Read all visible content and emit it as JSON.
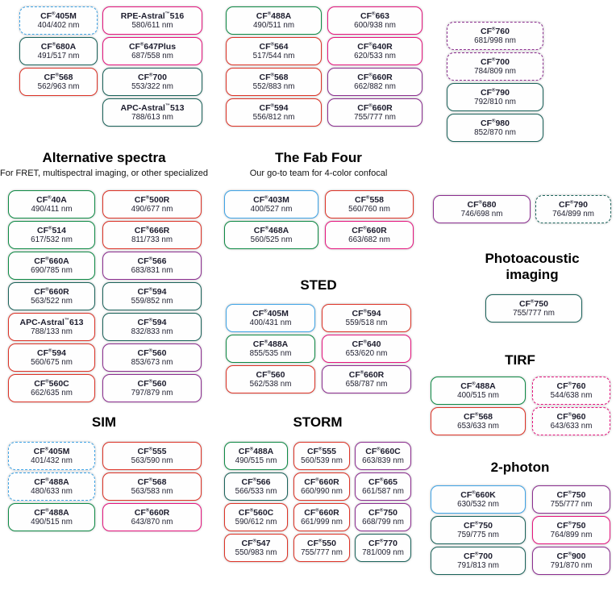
{
  "palette": {
    "blue": "#3FA4E6",
    "green": "#0E8A45",
    "teal": "#1B635B",
    "red": "#DD3327",
    "pink": "#E5157E",
    "purple": "#8C2E90"
  },
  "text_color": "#1d1d2e",
  "chart_data": {
    "type": "table",
    "description": "Fluorescent dye selection guide grouped by imaging application; each entry shows dye name and excitation/emission wavelengths in nm",
    "groups": [
      {
        "name": "top-left-panel",
        "columns": [
          [
            {
              "name": "CF®405M",
              "ex_em": "404/402 nm",
              "color": "blue",
              "dashed": true
            },
            {
              "name": "CF®680A",
              "ex_em": "491/517 nm",
              "color": "teal"
            },
            {
              "name": "CF®568",
              "ex_em": "562/963 nm",
              "color": "red"
            }
          ],
          [
            {
              "name": "RPE-Astral™516",
              "ex_em": "580/611 nm",
              "color": "pink"
            },
            {
              "name": "CF®647Plus",
              "ex_em": "687/558 nm",
              "color": "pink"
            },
            {
              "name": "CF®700",
              "ex_em": "553/322 nm",
              "color": "teal"
            },
            {
              "name": "APC-Astral™513",
              "ex_em": "788/613 nm",
              "color": "teal"
            }
          ]
        ]
      },
      {
        "name": "top-middle-panel",
        "columns": [
          [
            {
              "name": "CF®488A",
              "ex_em": "490/511 nm",
              "color": "green"
            },
            {
              "name": "CF®564",
              "ex_em": "517/544 nm",
              "color": "red"
            },
            {
              "name": "CF®568",
              "ex_em": "552/883 nm",
              "color": "red"
            },
            {
              "name": "CF®594",
              "ex_em": "556/812 nm",
              "color": "red"
            }
          ],
          [
            {
              "name": "CF®663",
              "ex_em": "600/938 nm",
              "color": "pink"
            },
            {
              "name": "CF®640R",
              "ex_em": "620/533 nm",
              "color": "pink"
            },
            {
              "name": "CF®660R",
              "ex_em": "662/882 nm",
              "color": "purple"
            },
            {
              "name": "CF®660R",
              "ex_em": "755/777 nm",
              "color": "purple"
            }
          ]
        ]
      },
      {
        "name": "top-right-panel",
        "columns": [
          [
            {
              "name": "CF®760",
              "ex_em": "681/998 nm",
              "color": "purple",
              "dashed": true
            },
            {
              "name": "CF®700",
              "ex_em": "784/809 nm",
              "color": "purple",
              "dashed": true
            },
            {
              "name": "CF®790",
              "ex_em": "792/810 nm",
              "color": "teal"
            },
            {
              "name": "CF®980",
              "ex_em": "852/870 nm",
              "color": "teal"
            }
          ]
        ]
      },
      {
        "name": "alternative-spectra",
        "title": "Alternative spectra",
        "subtitle": "For FRET, multispectral imaging, or other specialized",
        "columns": [
          [
            {
              "name": "CF®40A",
              "ex_em": "490/411 nm",
              "color": "green"
            },
            {
              "name": "CF®514",
              "ex_em": "617/532 nm",
              "color": "green"
            },
            {
              "name": "CF®660A",
              "ex_em": "690/785 nm",
              "color": "green"
            },
            {
              "name": "CF®660R",
              "ex_em": "563/522 nm",
              "color": "teal"
            },
            {
              "name": "APC-Astral™613",
              "ex_em": "788/133 nm",
              "color": "red"
            },
            {
              "name": "CF®594",
              "ex_em": "560/675 nm",
              "color": "red"
            },
            {
              "name": "CF®560C",
              "ex_em": "662/635 nm",
              "color": "red"
            }
          ],
          [
            {
              "name": "CF®500R",
              "ex_em": "490/677 nm",
              "color": "red"
            },
            {
              "name": "CF®666R",
              "ex_em": "811/733 nm",
              "color": "red"
            },
            {
              "name": "CF®566",
              "ex_em": "683/831 nm",
              "color": "purple"
            },
            {
              "name": "CF®594",
              "ex_em": "559/852 nm",
              "color": "teal"
            },
            {
              "name": "CF®594",
              "ex_em": "832/833 nm",
              "color": "teal"
            },
            {
              "name": "CF®560",
              "ex_em": "853/673 nm",
              "color": "purple"
            },
            {
              "name": "CF®560",
              "ex_em": "797/879 nm",
              "color": "purple"
            }
          ]
        ]
      },
      {
        "name": "fab-four",
        "title": "The Fab Four",
        "subtitle": "Our go-to team for 4-color confocal",
        "columns": [
          [
            {
              "name": "CF®403M",
              "ex_em": "400/527 nm",
              "color": "blue"
            },
            {
              "name": "CF®468A",
              "ex_em": "560/525 nm",
              "color": "green"
            }
          ],
          [
            {
              "name": "CF®558",
              "ex_em": "560/760 nm",
              "color": "red"
            },
            {
              "name": "CF®660R",
              "ex_em": "663/682 nm",
              "color": "pink"
            }
          ]
        ]
      },
      {
        "name": "sted",
        "title": "STED",
        "columns": [
          [
            {
              "name": "CF®405M",
              "ex_em": "400/431 nm",
              "color": "blue"
            },
            {
              "name": "CF®488A",
              "ex_em": "855/535 nm",
              "color": "green"
            },
            {
              "name": "CF®560",
              "ex_em": "562/538 nm",
              "color": "red"
            }
          ],
          [
            {
              "name": "CF®594",
              "ex_em": "559/518 nm",
              "color": "red"
            },
            {
              "name": "CF®640",
              "ex_em": "653/620 nm",
              "color": "pink"
            },
            {
              "name": "CF®660R",
              "ex_em": "658/787 nm",
              "color": "purple"
            }
          ]
        ]
      },
      {
        "name": "nir-pair",
        "columns": [
          [
            {
              "name": "CF®680",
              "ex_em": "746/698 nm",
              "color": "purple"
            }
          ],
          [
            {
              "name": "CF®790",
              "ex_em": "764/899 nm",
              "color": "teal",
              "dashed": true
            }
          ]
        ]
      },
      {
        "name": "photoacoustic-imaging",
        "title": "Photoacoustic imaging",
        "columns": [
          [
            {
              "name": "CF®750",
              "ex_em": "755/777 nm",
              "color": "teal"
            }
          ]
        ]
      },
      {
        "name": "tirf",
        "title": "TIRF",
        "columns": [
          [
            {
              "name": "CF®488A",
              "ex_em": "400/515 nm",
              "color": "green"
            },
            {
              "name": "CF®568",
              "ex_em": "653/633 nm",
              "color": "red"
            }
          ],
          [
            {
              "name": "CF®760",
              "ex_em": "544/638 nm",
              "color": "pink",
              "dashed": true
            },
            {
              "name": "CF®960",
              "ex_em": "643/633 nm",
              "color": "pink",
              "dashed": true
            }
          ]
        ]
      },
      {
        "name": "sim",
        "title": "SIM",
        "columns": [
          [
            {
              "name": "CF®405M",
              "ex_em": "401/432 nm",
              "color": "blue",
              "dashed": true
            },
            {
              "name": "CF®488A",
              "ex_em": "480/633 nm",
              "color": "blue",
              "dashed": true
            },
            {
              "name": "CF®488A",
              "ex_em": "490/515 nm",
              "color": "green"
            }
          ],
          [
            {
              "name": "CF®555",
              "ex_em": "563/590 nm",
              "color": "red"
            },
            {
              "name": "CF®568",
              "ex_em": "563/583 nm",
              "color": "red"
            },
            {
              "name": "CF®660R",
              "ex_em": "643/870 nm",
              "color": "pink"
            }
          ]
        ]
      },
      {
        "name": "storm",
        "title": "STORM",
        "columns": [
          [
            {
              "name": "CF®488A",
              "ex_em": "490/515 nm",
              "color": "green"
            },
            {
              "name": "CF®566",
              "ex_em": "566/533 nm",
              "color": "teal"
            },
            {
              "name": "CF®560C",
              "ex_em": "590/612 nm",
              "color": "red"
            },
            {
              "name": "CF®547",
              "ex_em": "550/983 nm",
              "color": "red"
            }
          ],
          [
            {
              "name": "CF®555",
              "ex_em": "560/539 nm",
              "color": "red"
            },
            {
              "name": "CF®660R",
              "ex_em": "660/990 nm",
              "color": "red"
            },
            {
              "name": "CF®660R",
              "ex_em": "661/999 nm",
              "color": "red"
            },
            {
              "name": "CF®550",
              "ex_em": "755/777 nm",
              "color": "red"
            }
          ],
          [
            {
              "name": "CF®660C",
              "ex_em": "663/839 nm",
              "color": "purple"
            },
            {
              "name": "CF®665",
              "ex_em": "661/587 nm",
              "color": "purple"
            },
            {
              "name": "CF®750",
              "ex_em": "668/799 nm",
              "color": "purple"
            },
            {
              "name": "CF®770",
              "ex_em": "781/009 nm",
              "color": "teal"
            }
          ]
        ]
      },
      {
        "name": "two-photon",
        "title": "2-photon",
        "columns": [
          [
            {
              "name": "CF®660K",
              "ex_em": "630/532 nm",
              "color": "blue"
            },
            {
              "name": "CF®750",
              "ex_em": "759/775 nm",
              "color": "teal"
            },
            {
              "name": "CF®700",
              "ex_em": "791/813 nm",
              "color": "teal"
            }
          ],
          [
            {
              "name": "CF®750",
              "ex_em": "755/777 nm",
              "color": "purple"
            },
            {
              "name": "CF®750",
              "ex_em": "764/899 nm",
              "color": "pink"
            },
            {
              "name": "CF®900",
              "ex_em": "791/870 nm",
              "color": "purple"
            }
          ]
        ]
      }
    ]
  }
}
